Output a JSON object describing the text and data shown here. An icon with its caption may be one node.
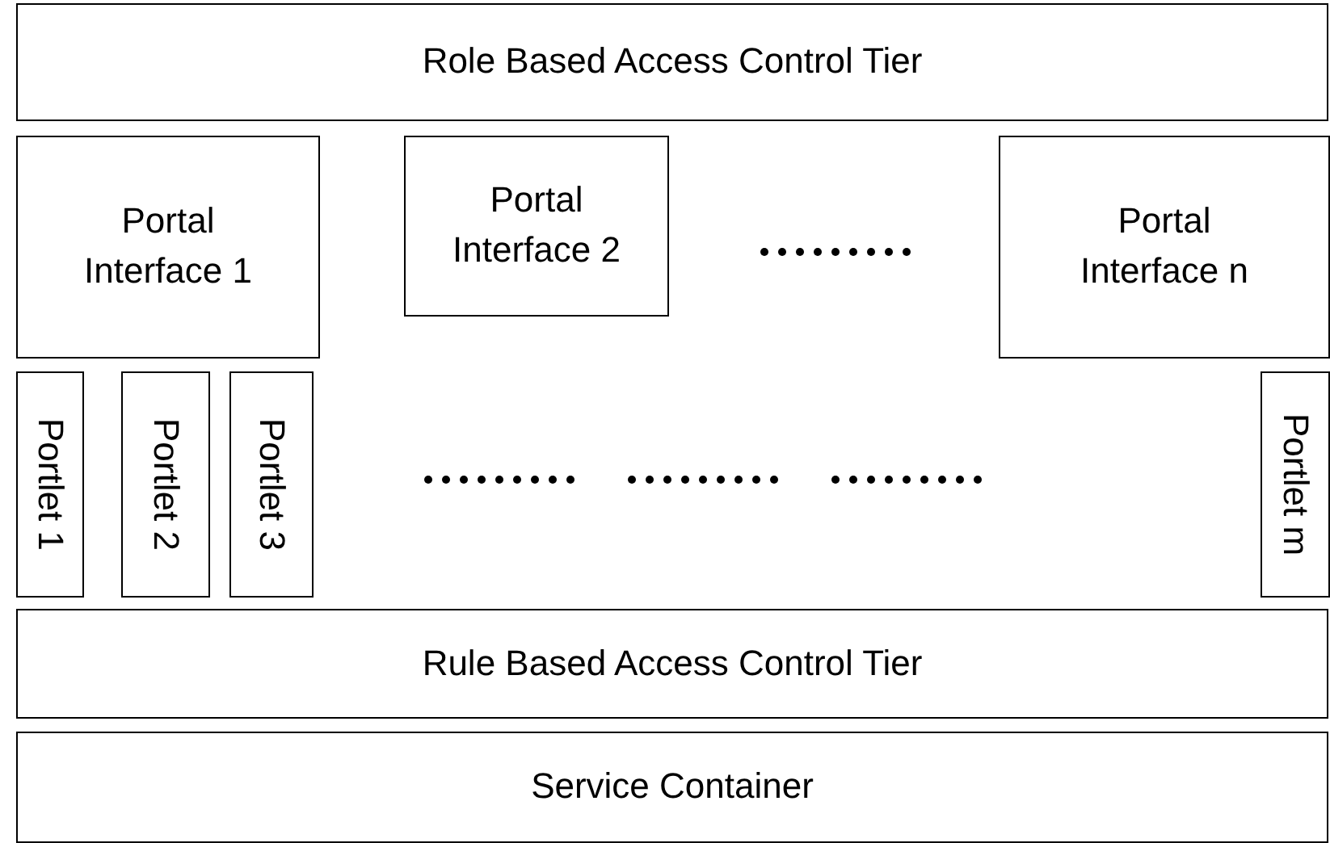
{
  "diagram": {
    "nodes": [
      {
        "text": [
          "Role Based Access Control Tier"
        ]
      },
      {
        "text": [
          "Portal Interface 1"
        ]
      },
      {
        "text": [
          "Portal Interface 2"
        ]
      },
      {
        "text": [
          "Portal Interface n"
        ]
      },
      {
        "text": [
          "Portlet 1"
        ]
      },
      {
        "text": [
          "Portlet 2"
        ]
      },
      {
        "text": [
          "Portlet 3"
        ]
      },
      {
        "text": [
          "Portlet m"
        ]
      },
      {
        "text": [
          "Rule Based Access Control Tier"
        ]
      },
      {
        "text": [
          "Service Container"
        ]
      }
    ]
  }
}
